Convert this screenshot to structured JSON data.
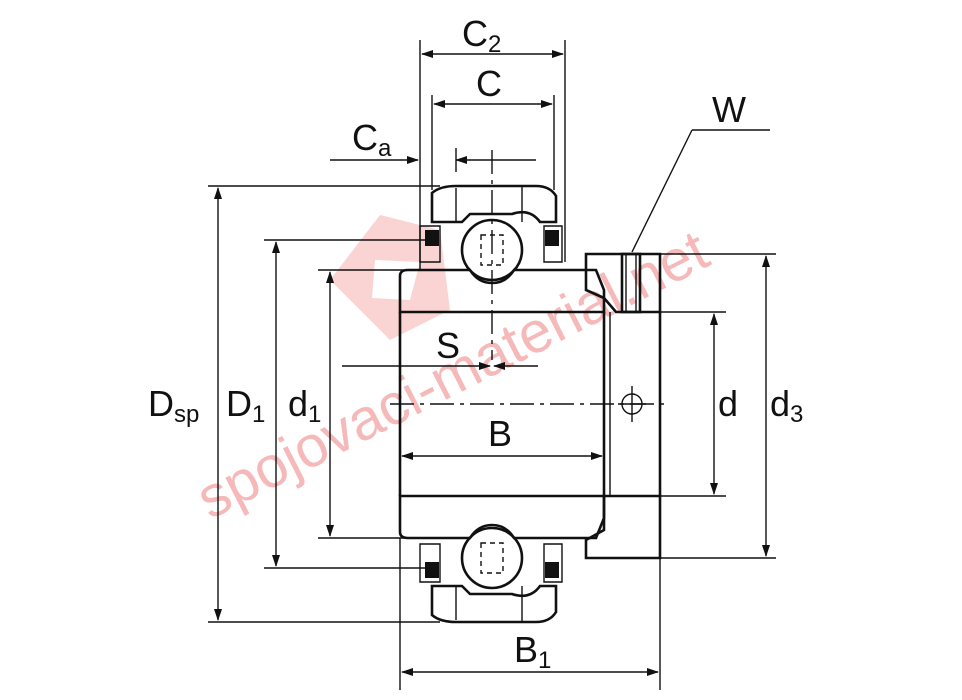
{
  "labels": {
    "c2_main": "C",
    "c2_sub": "2",
    "c": "C",
    "ca_main": "C",
    "ca_sub": "a",
    "w": "W",
    "s": "S",
    "b": "B",
    "b1_main": "B",
    "b1_sub": "1",
    "dsp_main": "D",
    "dsp_sub": "sp",
    "d1_main": "D",
    "d1_sub": "1",
    "dd1_main": "d",
    "dd1_sub": "1",
    "d": "d",
    "d3_main": "d",
    "d3_sub": "3"
  },
  "watermark": {
    "text": "spojovaci-material.net",
    "color": "#f08080"
  }
}
